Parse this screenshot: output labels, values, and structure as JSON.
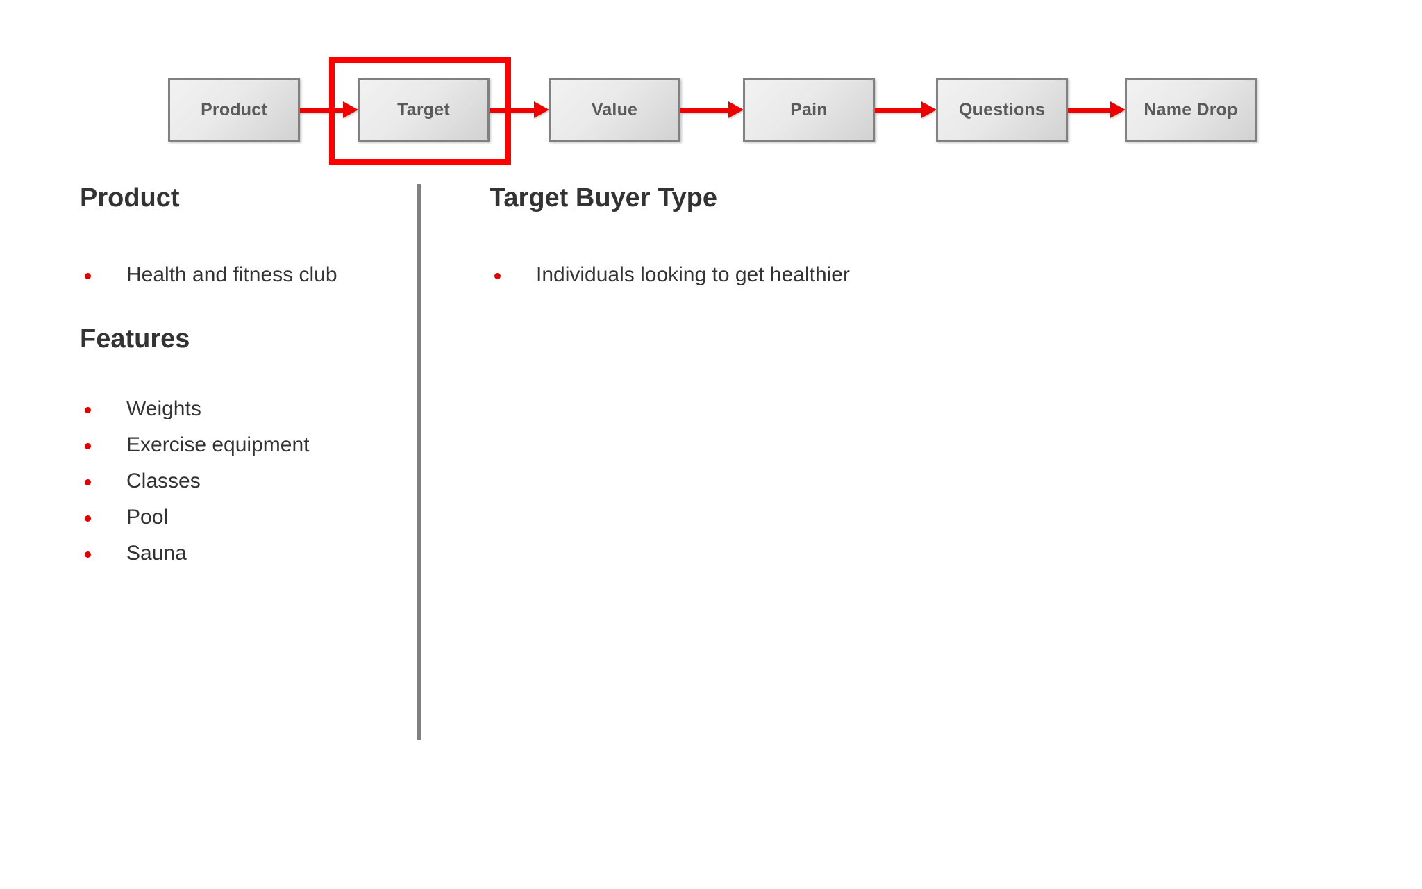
{
  "process_flow": {
    "boxes": [
      {
        "label": "Product",
        "highlighted": false
      },
      {
        "label": "Target",
        "highlighted": true
      },
      {
        "label": "Value",
        "highlighted": false
      },
      {
        "label": "Pain",
        "highlighted": false
      },
      {
        "label": "Questions",
        "highlighted": false
      },
      {
        "label": "Name Drop",
        "highlighted": false
      }
    ],
    "arrow_count": 5,
    "highlight_color": "#ff0000",
    "arrow_color": "#ee0000",
    "box_border_color": "#808080",
    "box_text_color": "#5a5a5a"
  },
  "left_column": {
    "heading_product": "Product",
    "product_items": [
      "Health and fitness club"
    ],
    "heading_features": "Features",
    "feature_items": [
      "Weights",
      "Exercise equipment",
      "Classes",
      "Pool",
      "Sauna"
    ]
  },
  "right_column": {
    "heading": "Target Buyer Type",
    "items": [
      "Individuals looking to get healthier"
    ]
  },
  "style": {
    "bullet_color": "#e00000",
    "heading_color": "#333333",
    "body_text_color": "#333333",
    "divider_color": "#808080",
    "background": "#ffffff"
  }
}
